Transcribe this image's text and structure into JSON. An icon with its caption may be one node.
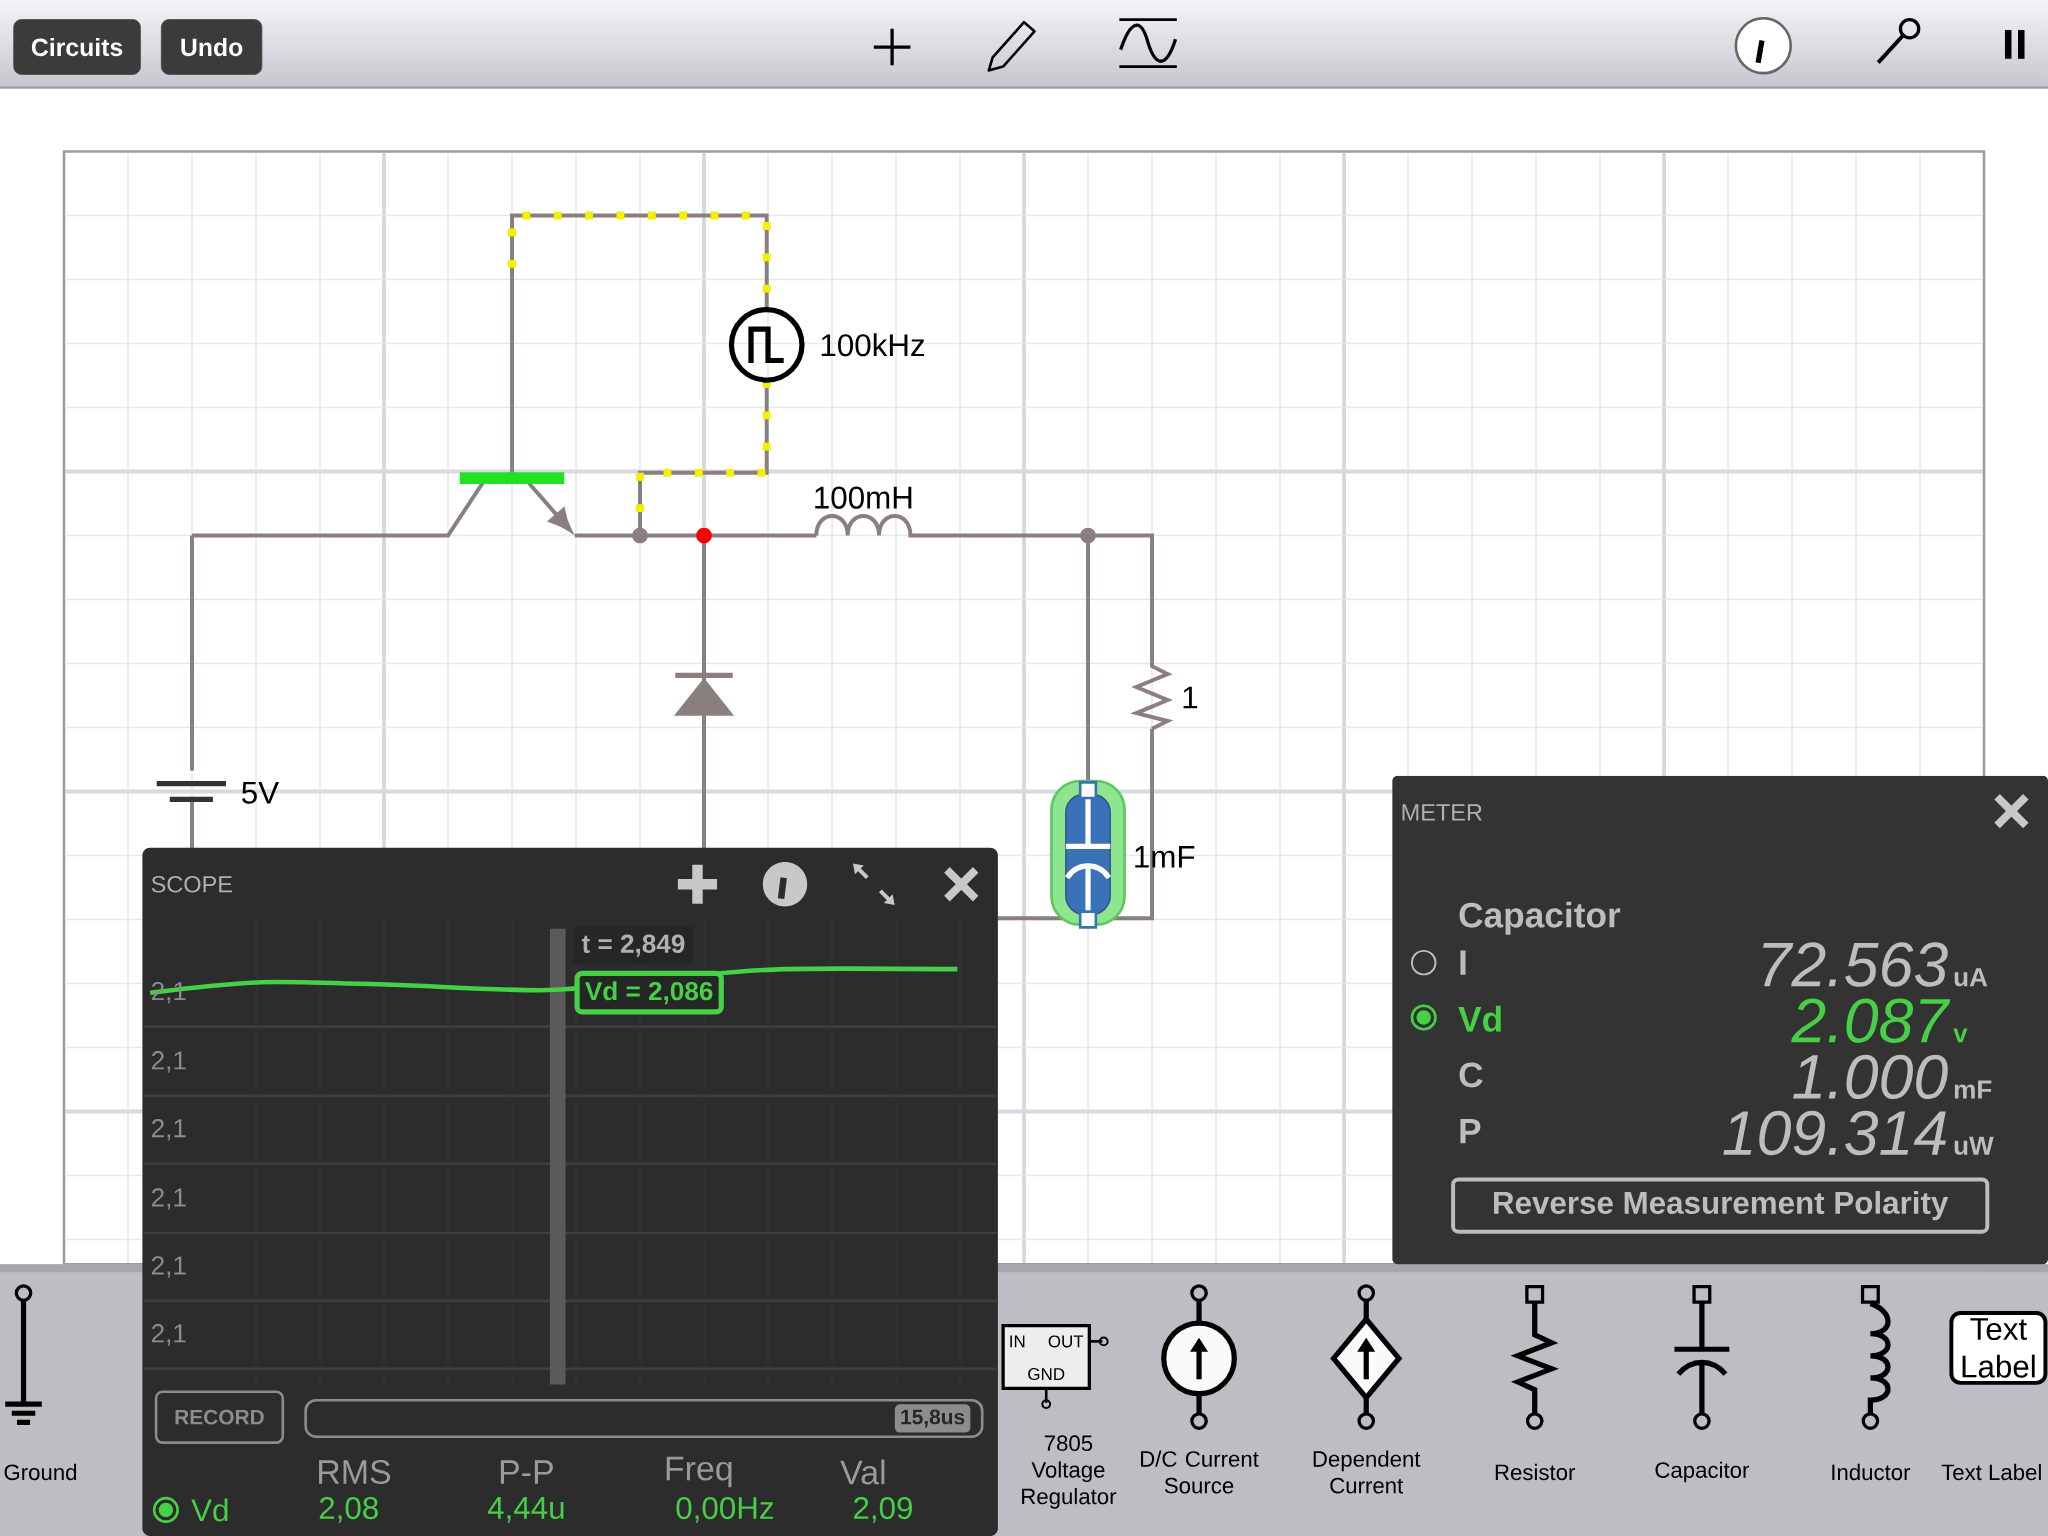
{
  "diagram": {
    "labels": [
      "Circuits",
      "Undo",
      "100kHz",
      "100mH",
      "1",
      "5V",
      "1mF",
      "SCOPE",
      "t = 2,849",
      "2,1",
      "Vd = 2,086",
      "2,1",
      "2,1",
      "2,1",
      "2,1",
      "2,1",
      "RECORD",
      "15,8us",
      "RMS",
      "P-P",
      "Freq",
      "Val",
      "Vd",
      "2,08",
      "4,44u",
      "0,00Hz",
      "2,09",
      "METER",
      "Capacitor",
      "I",
      "72.563",
      "uA",
      "Vd",
      "2.087",
      "v",
      "C",
      "1.000",
      "mF",
      "P",
      "109.314",
      "uW",
      "Reverse Measurement Polarity",
      "IN",
      "OUT",
      "GND",
      "Text Label",
      "Ground",
      "7805 Voltage Regulator",
      "D/C Current Source",
      "Dependent Current",
      "Resistor",
      "Capacitor",
      "Inductor",
      "Text Label"
    ]
  }
}
